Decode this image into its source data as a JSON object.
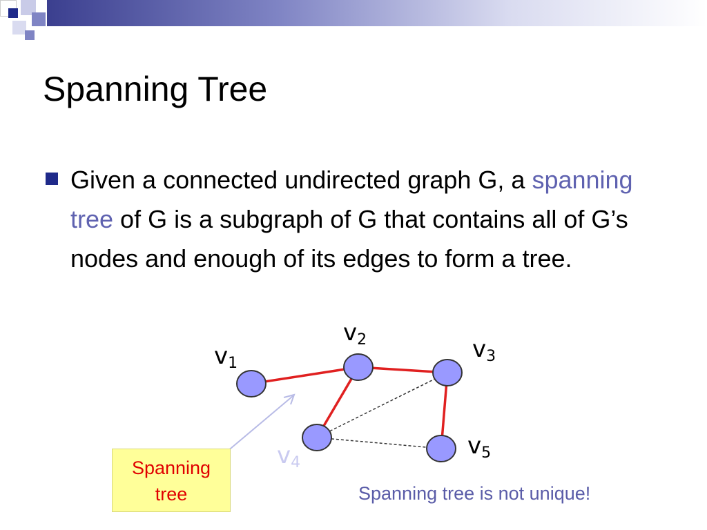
{
  "slide": {
    "title": "Spanning Tree",
    "bullet": {
      "text_part1": "Given a connected undirected graph G, a ",
      "term": "spanning tree",
      "text_part2": " of G is a subgraph of G that contains all of G’s nodes and enough of its edges to form a tree."
    },
    "callout": {
      "line1": "Spanning",
      "line2": "tree"
    },
    "note": "Spanning tree is not unique!"
  },
  "graph": {
    "nodes": [
      {
        "id": "v1",
        "letter": "v",
        "index": "1"
      },
      {
        "id": "v2",
        "letter": "v",
        "index": "2"
      },
      {
        "id": "v3",
        "letter": "v",
        "index": "3"
      },
      {
        "id": "v4",
        "letter": "v",
        "index": "4"
      },
      {
        "id": "v5",
        "letter": "v",
        "index": "5"
      }
    ],
    "tree_edges": [
      [
        "v1",
        "v2"
      ],
      [
        "v2",
        "v3"
      ],
      [
        "v2",
        "v4"
      ],
      [
        "v3",
        "v5"
      ]
    ],
    "non_tree_edges": [
      [
        "v4",
        "v3"
      ],
      [
        "v4",
        "v5"
      ]
    ]
  },
  "colors": {
    "node_fill": "#9999ff",
    "tree_edge": "#e02020",
    "non_tree_edge": "#333333",
    "highlight_term": "#5f62b0",
    "callout_bg": "#ffff99",
    "callout_text": "#e00000",
    "note_text": "#5a5ca8",
    "faded_label": "#c9caf0"
  }
}
